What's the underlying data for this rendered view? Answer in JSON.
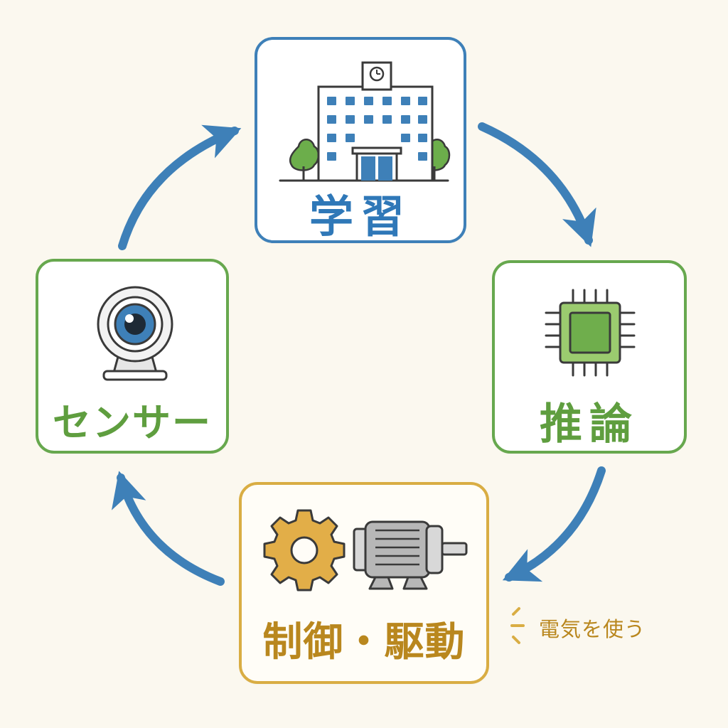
{
  "diagram": {
    "nodes": [
      {
        "id": "learning",
        "label": "学習",
        "icon": "school-building-icon",
        "color": "#3E80B8"
      },
      {
        "id": "inference",
        "label": "推論",
        "icon": "chip-icon",
        "color": "#67A84E"
      },
      {
        "id": "control",
        "label": "制御・駆動",
        "icon": "gear-and-motor-icon",
        "color": "#D9AD43"
      },
      {
        "id": "sensor",
        "label": "センサー",
        "icon": "webcam-icon",
        "color": "#67A84E"
      }
    ],
    "cycle": [
      "learning",
      "inference",
      "control",
      "sensor",
      "learning"
    ],
    "arrow_color": "#3E80B8",
    "annotation": {
      "text": "電気を使う",
      "attached_to": "control",
      "color": "#B9871E"
    }
  }
}
